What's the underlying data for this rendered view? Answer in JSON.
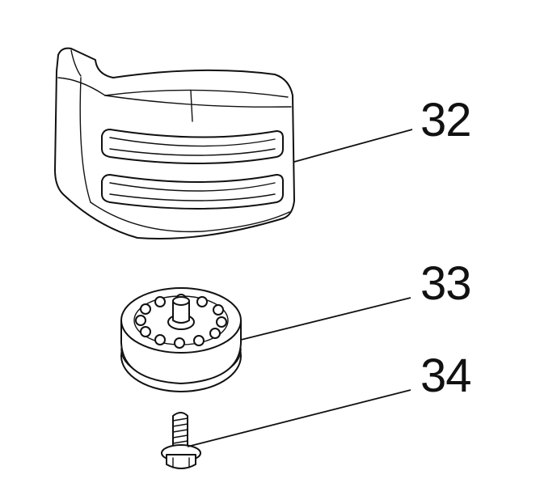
{
  "parts": [
    {
      "id": "cover",
      "callout": "32",
      "icon": "slotted-cover-shell"
    },
    {
      "id": "wheel",
      "callout": "33",
      "icon": "roller-wheel"
    },
    {
      "id": "screw",
      "callout": "34",
      "icon": "flange-screw"
    }
  ],
  "colors": {
    "line": "#111111",
    "background": "#ffffff"
  }
}
